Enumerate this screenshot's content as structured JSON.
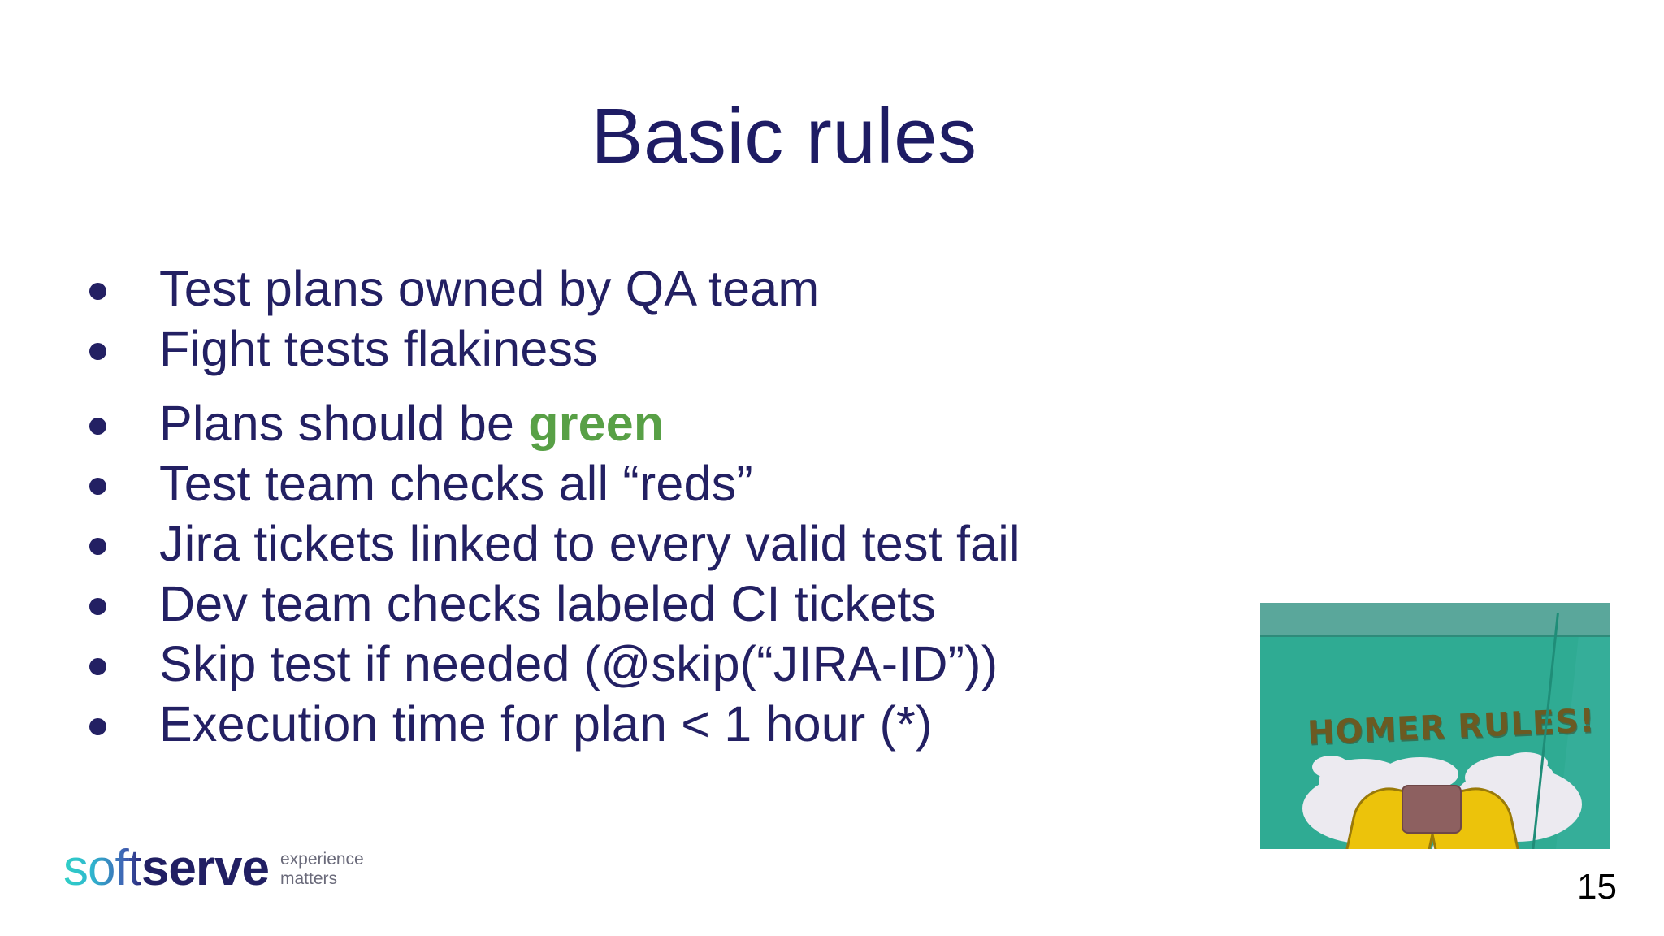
{
  "slide": {
    "title": "Basic rules",
    "page_number": "15",
    "colors": {
      "title_navy": "#1e1c64",
      "body_navy": "#232063",
      "highlight_green": "#58a046",
      "background": "#ffffff",
      "page_number": "#000000"
    }
  },
  "bullets": [
    {
      "text": "Test plans owned by QA team",
      "gap_before": false
    },
    {
      "text": "Fight tests flakiness",
      "gap_before": false
    },
    {
      "prefix": "Plans should be ",
      "highlight": "green",
      "suffix": "",
      "gap_before": true
    },
    {
      "text": "Test team checks all “reds”",
      "gap_before": false
    },
    {
      "text": "Jira tickets linked to every valid test fail",
      "gap_before": false
    },
    {
      "text": "Dev team checks labeled CI tickets",
      "gap_before": false
    },
    {
      "text": "Skip test if needed (@skip(“JIRA-ID”))",
      "gap_before": false
    },
    {
      "text": "Execution time for plan < 1 hour (*)",
      "gap_before": false
    }
  ],
  "logo": {
    "word_soft": "soft",
    "word_serve": "serve",
    "tagline_line1": "experience",
    "tagline_line2": "matters"
  },
  "picture": {
    "graffiti_text": "HOMER RULES!",
    "alt": "Homer Simpson washing hands under graffiti reading HOMER RULES!"
  }
}
